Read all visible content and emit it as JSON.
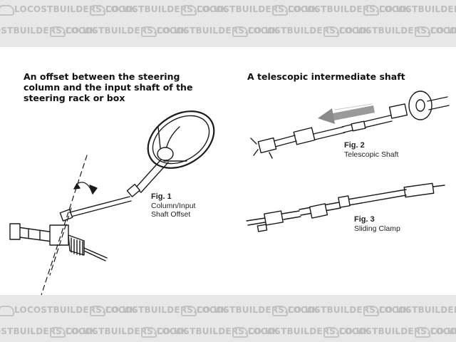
{
  "watermark": {
    "text": "LOCOSTBUILDERS.CO.UK",
    "color": "#bdbdbd"
  },
  "headings": {
    "left": "An offset between the steering column and the input shaft of the steering rack or box",
    "right": "A telescopic intermediate shaft"
  },
  "figures": [
    {
      "number": "Fig. 1",
      "caption_line1": "Column/Input",
      "caption_line2": "Shaft Offset"
    },
    {
      "number": "Fig. 2",
      "caption_line1": "Telescopic Shaft",
      "caption_line2": ""
    },
    {
      "number": "Fig. 3",
      "caption_line1": "Sliding Clamp",
      "caption_line2": ""
    }
  ],
  "colors": {
    "band": "#e7e7e7",
    "ink": "#1a1a1a",
    "arrow_grey": "#8a8a8a"
  }
}
